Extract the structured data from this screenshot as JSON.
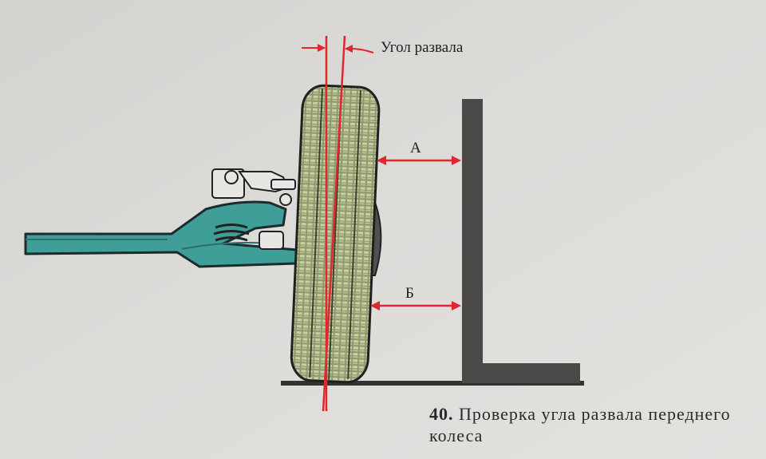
{
  "labels": {
    "camber_angle": "Угол развала",
    "gap_a": "А",
    "gap_b": "Б"
  },
  "caption": {
    "number": "40.",
    "text": "Проверка угла развала переднего колеса"
  },
  "colors": {
    "paper": "#dcdbd8",
    "suspension": "#3f9e98",
    "tire": "#8f9a6c",
    "marker": "#e0262e",
    "gauge": "#4a4948",
    "ink": "#1d1d1d"
  }
}
